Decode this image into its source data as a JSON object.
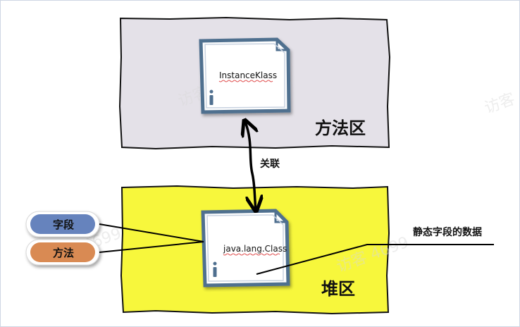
{
  "top_region": {
    "title": "方法区",
    "doc_label": "InstanceKlass"
  },
  "bottom_region": {
    "title": "堆区",
    "doc_label": "java.lang.Class"
  },
  "association_label": "关联",
  "pills": [
    {
      "label": "字段",
      "color": "#6683bd"
    },
    {
      "label": "方法",
      "color": "#d98a53"
    }
  ],
  "static_label": "静态字段的数据",
  "watermarks": [
    "访客 4699",
    "访客",
    "4699",
    "访客 4699"
  ],
  "colors": {
    "top_bg": "#e4e1e8",
    "bottom_bg": "#f7f73c",
    "doc_fill": "#ffffff",
    "doc_border": "#4f6f8f",
    "doc_border_light": "#c8d2e0"
  },
  "icons": {
    "doc_icon": "document-icon",
    "info_icon": "info-icon"
  }
}
